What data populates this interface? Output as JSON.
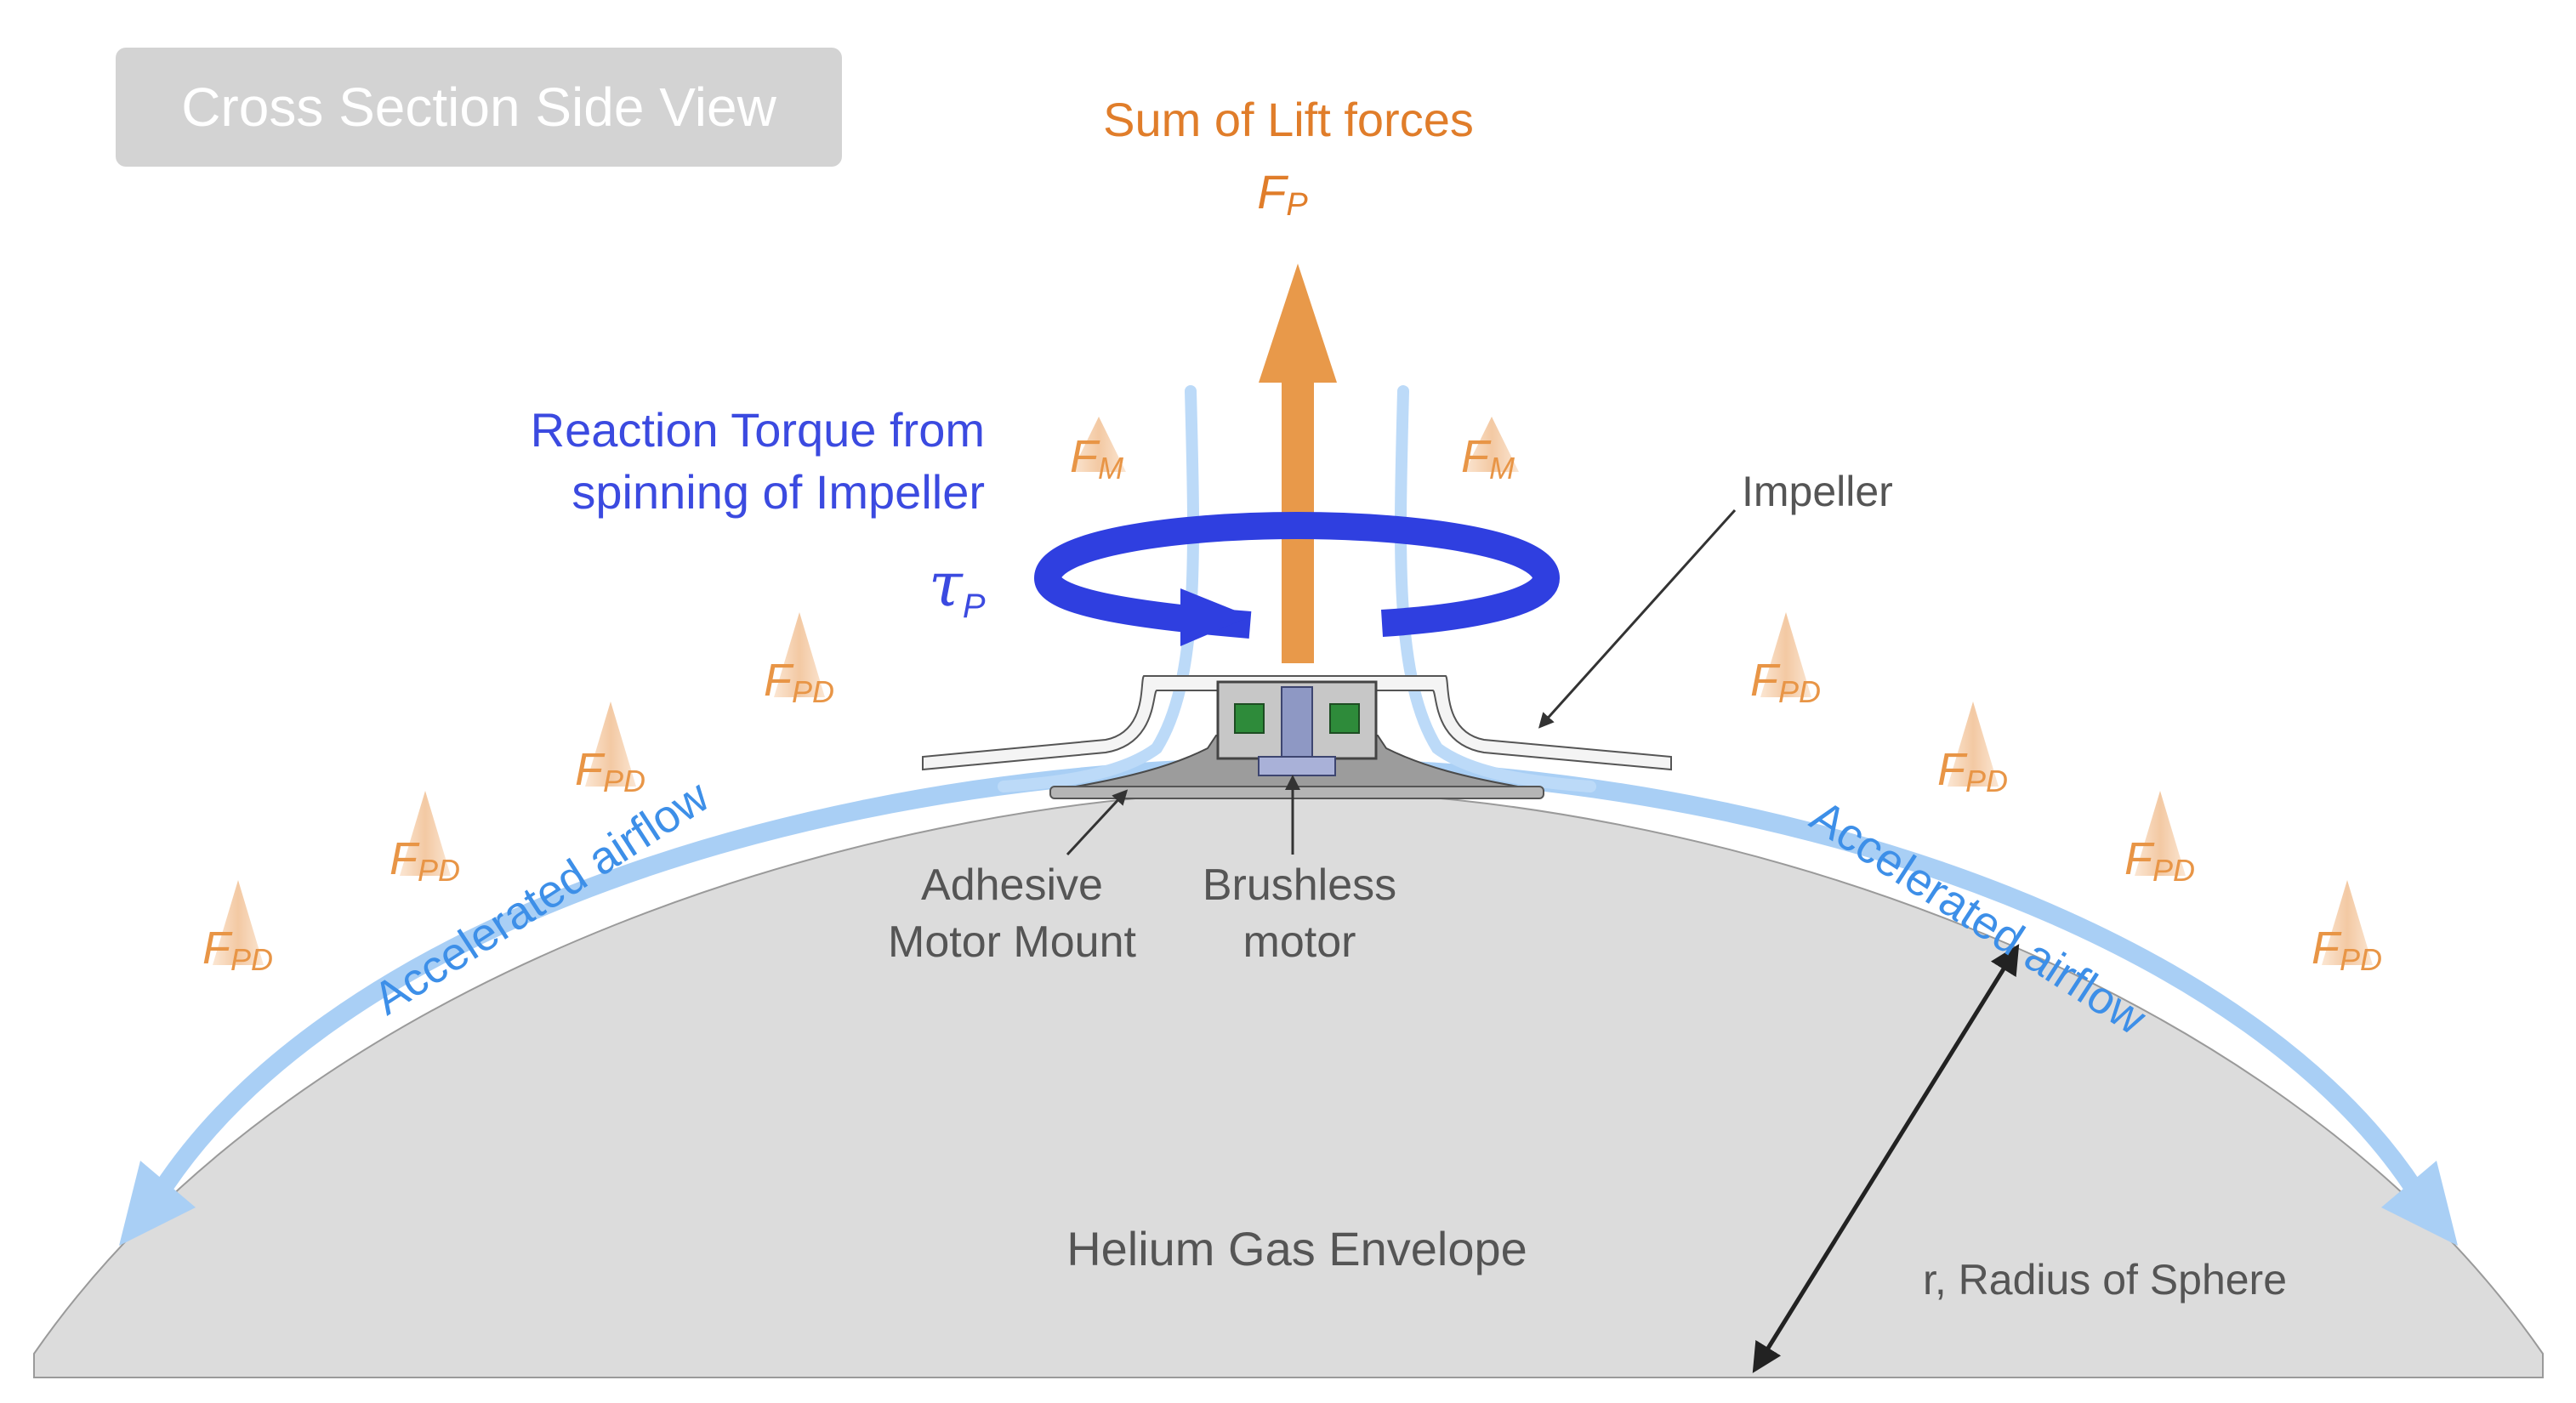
{
  "view_badge": "Cross Section Side View",
  "lift": {
    "title": "Sum of Lift forces",
    "symbol": "F",
    "subscript": "P"
  },
  "torque": {
    "line1": "Reaction Torque from",
    "line2": "spinning of Impeller",
    "symbol": "τ",
    "subscript": "P"
  },
  "mass_force": {
    "symbol": "F",
    "subscript": "M"
  },
  "pressure_drag_force": {
    "symbol": "F",
    "subscript": "PD"
  },
  "airflow_label": "Accelerated airflow",
  "labels": {
    "impeller": "Impeller",
    "adhesive_mount_line1": "Adhesive",
    "adhesive_mount_line2": "Motor Mount",
    "motor_line1": "Brushless",
    "motor_line2": "motor",
    "envelope": "Helium Gas Envelope",
    "radius": "r, Radius of Sphere"
  },
  "colors": {
    "lift": "#e8994a",
    "torque": "#2f3fe0",
    "airflow": "#a9cff5",
    "airflow_text": "#3d8fe8",
    "envelope": "#dcdcdc",
    "force_cone": "#f5d2b1",
    "label_text": "#555555",
    "badge_bg": "#d3d3d3"
  }
}
